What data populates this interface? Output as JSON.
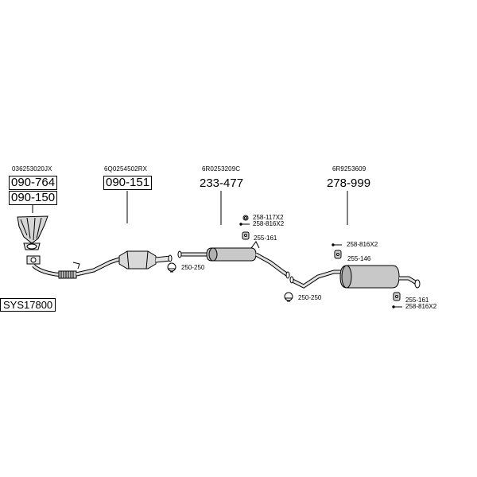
{
  "system_code": "SYS17800",
  "parts": [
    {
      "oem": "036253020JX",
      "numbers": [
        "090-764",
        "090-150"
      ],
      "boxed": true
    },
    {
      "oem": "6Q0254502RX",
      "numbers": [
        "090-151"
      ],
      "boxed": true
    },
    {
      "oem": "6R0253209C",
      "numbers": [
        "233-477"
      ],
      "boxed": false
    },
    {
      "oem": "6R9253609",
      "numbers": [
        "278-999"
      ],
      "boxed": false
    }
  ],
  "accessories": {
    "clamp_1": "250-250",
    "clamp_2": "250-250",
    "ring_1": "258-117X2",
    "bolt_1": "258-816X2",
    "hanger_1": "255-161",
    "bolt_2": "258-816X2",
    "hanger_2": "255-146",
    "hanger_3": "255-161",
    "bolt_3": "258-816X2"
  }
}
